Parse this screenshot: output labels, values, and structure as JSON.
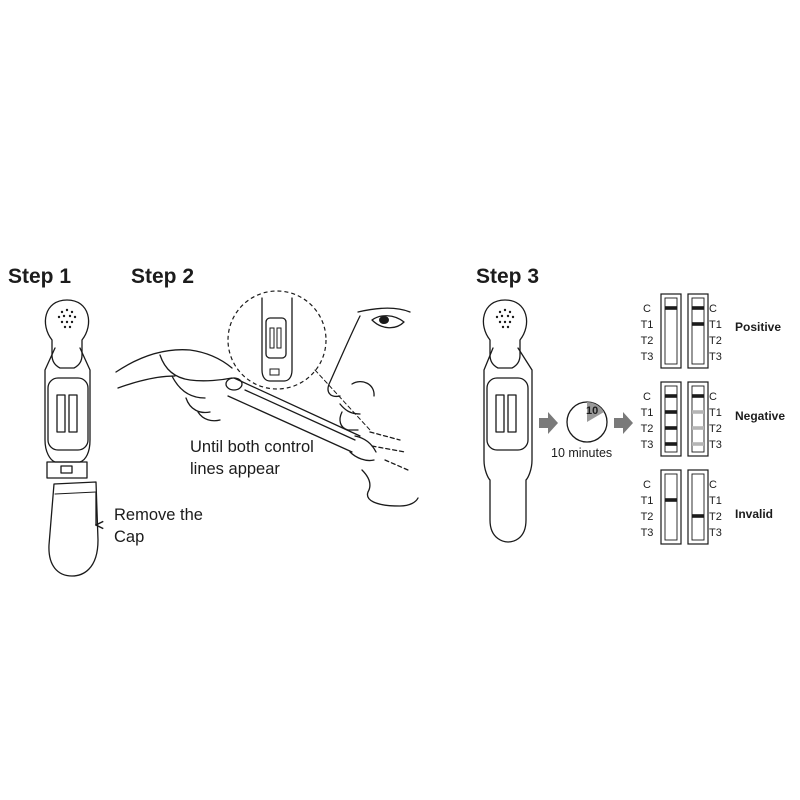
{
  "steps": {
    "step1": "Step 1",
    "step2": "Step 2",
    "step3": "Step 3"
  },
  "notes": {
    "remove_cap_line1": "Remove the",
    "remove_cap_line2": "Cap",
    "control_line1": "Until both control",
    "control_line2": "lines appear",
    "wait": "10 minutes",
    "timer_number": "10"
  },
  "strip_labels": [
    "C",
    "T1",
    "T2",
    "T3"
  ],
  "results": {
    "positive": "Positive",
    "negative": "Negative",
    "invalid": "Invalid"
  },
  "colors": {
    "line": "#1a1a1a",
    "arrow": "#7a7a7a",
    "faint_band": "#b5b5b5"
  }
}
